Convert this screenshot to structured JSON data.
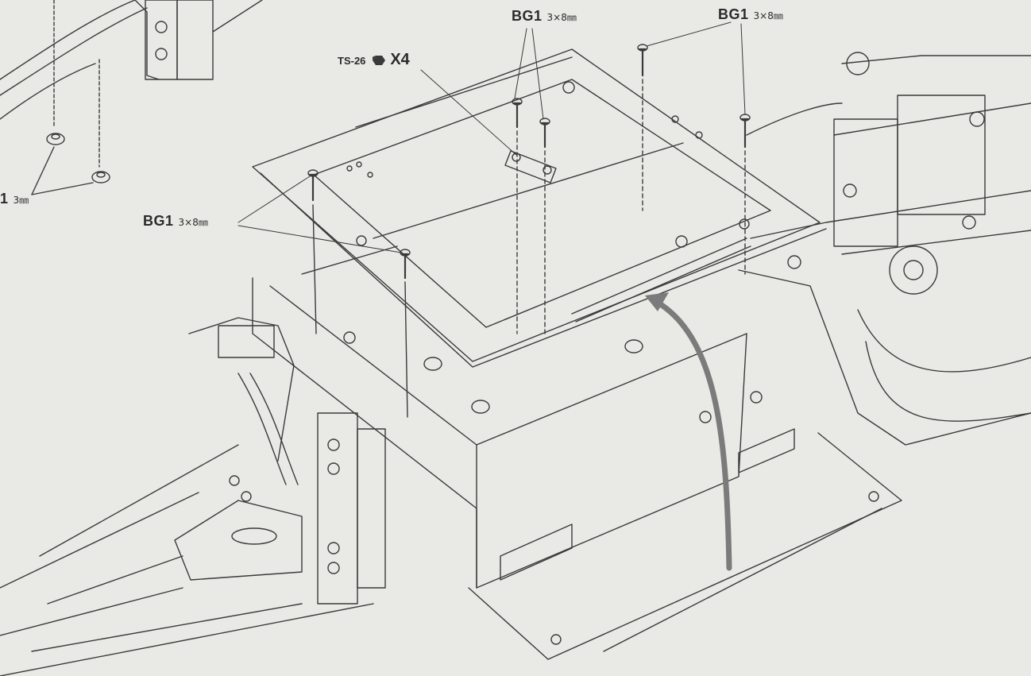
{
  "callouts": {
    "bg1_top_center": {
      "code": "BG1",
      "size": "3×8㎜"
    },
    "bg1_top_right": {
      "code": "BG1",
      "size": "3×8㎜"
    },
    "bg1_left": {
      "code": "BG1",
      "size": "3×8㎜"
    },
    "nut_left_edge": {
      "code": "1",
      "size": "3㎜"
    },
    "ts26": {
      "code": "TS-26",
      "qty": "X4"
    }
  },
  "colors": {
    "paper": "#e9eae6",
    "ink": "#3a3a3a",
    "arrow": "#7b7b7b"
  }
}
